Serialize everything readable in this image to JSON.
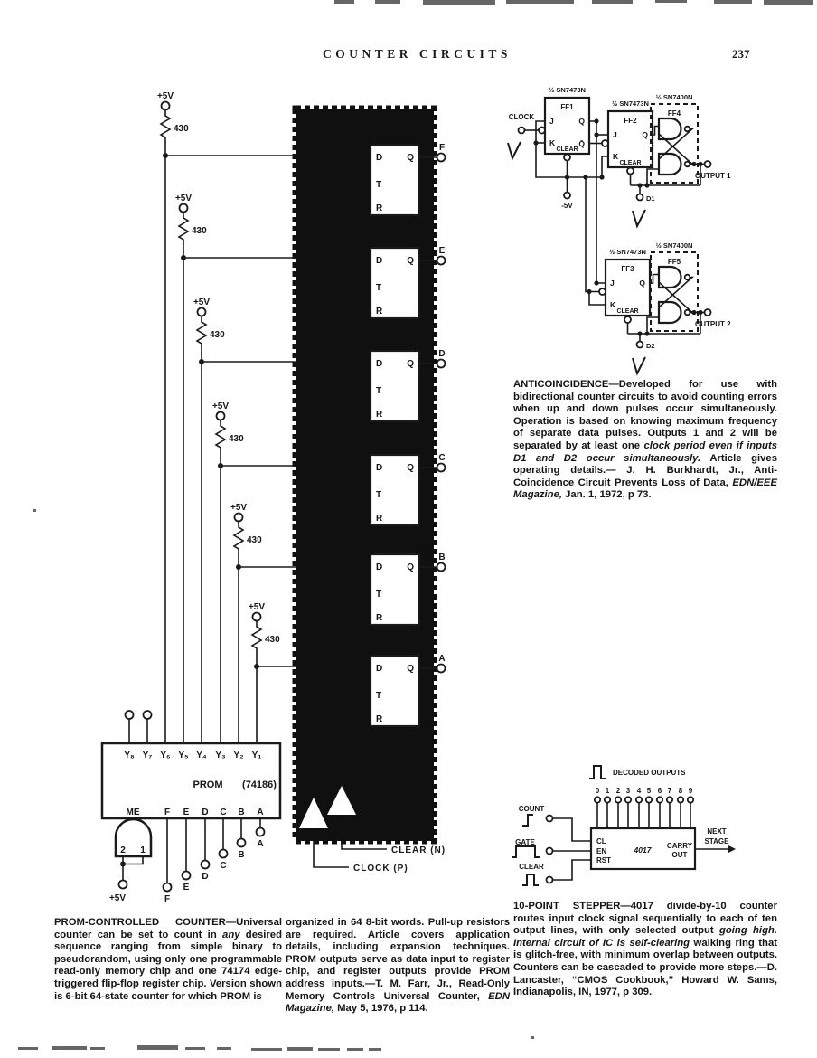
{
  "header": {
    "title": "COUNTER CIRCUITS",
    "page_number": "237"
  },
  "prom_counter": {
    "supply": "+5V",
    "resistor": "430",
    "ff_pins": {
      "d": "D",
      "q": "Q",
      "t": "T",
      "r": "R"
    },
    "outputs": [
      "F",
      "E",
      "D",
      "C",
      "B",
      "A"
    ],
    "prom_label": "PROM",
    "prom_part": "(74186)",
    "prom_top_pins": [
      "Y₈",
      "Y₇",
      "Y₆",
      "Y₅",
      "Y₄",
      "Y₃",
      "Y₂",
      "Y₁"
    ],
    "prom_bottom_pins": [
      "ME",
      "F",
      "E",
      "D",
      "C",
      "B",
      "A"
    ],
    "gate_pin_2": "2",
    "gate_pin_1": "1",
    "gate_supply": "+5V",
    "terminals": [
      "F",
      "E",
      "D",
      "C",
      "B",
      "A"
    ],
    "clear_label": "CLEAR (N)",
    "clock_label": "CLOCK (P)"
  },
  "anticoincidence": {
    "clock": "CLOCK",
    "neg_supply": "-5V",
    "chip_7473": "½ SN7473N",
    "chip_7400": "½ SN7400N",
    "ff1": "FF1",
    "ff2": "FF2",
    "ff3": "FF3",
    "ff4": "FF4",
    "ff5": "FF5",
    "j": "J",
    "k": "K",
    "q": "Q",
    "qbar": "Q̄",
    "clear": "CLEAR",
    "d1": "D1",
    "d2": "D2",
    "output1": "OUTPUT 1",
    "output2": "OUTPUT 2"
  },
  "stepper": {
    "decoded": "DECODED OUTPUTS",
    "outputs": [
      "0",
      "1",
      "2",
      "3",
      "4",
      "5",
      "6",
      "7",
      "8",
      "9"
    ],
    "count": "COUNT",
    "gate": "GATE",
    "clear": "CLEAR",
    "cl": "CL",
    "en": "EN",
    "rst": "RST",
    "chip": "4017",
    "carry1": "CARRY",
    "carry2": "OUT",
    "next1": "NEXT",
    "next2": "STAGE"
  },
  "captions": {
    "prom_left": [
      {
        "t": "PROM-CONTROLLED COUNTER—Universal counter can be set to count in "
      },
      {
        "t": "any",
        "i": true
      },
      {
        "t": " desired sequence ranging from simple binary to pseudorandom, using only one programmable read-only memory chip and one 74174 edge-triggered flip-flop register chip. Version shown is 6-bit 64-state counter for which PROM is"
      }
    ],
    "prom_right": [
      {
        "t": "organized in 64 8-bit words. Pull-up resistors are required. Article covers application details, including expansion techniques. PROM outputs serve as data input to register chip, and register outputs provide PROM address inputs.—T. M. Farr, Jr., Read-Only Memory Controls Universal Counter, "
      },
      {
        "t": "EDN Magazine,",
        "i": true
      },
      {
        "t": " May 5, 1976, p 114."
      }
    ],
    "anticoincidence": [
      {
        "t": "ANTICOINCIDENCE—Developed for use with bidirectional counter circuits to avoid counting errors when up and down pulses occur simultaneously. Operation is based on knowing maximum frequency of separate data pulses. Outputs 1 and 2 will be separated by at least one "
      },
      {
        "t": "clock period even if inputs D1 and D2 occur simultaneously.",
        "i": true
      },
      {
        "t": " Article gives operating details.— J. H. Burkhardt, Jr., Anti-Coincidence Circuit Prevents Loss of Data, "
      },
      {
        "t": "EDN/EEE Magazine,",
        "i": true
      },
      {
        "t": " Jan. 1, 1972, p 73."
      }
    ],
    "stepper": [
      {
        "t": "10-POINT STEPPER—4017 divide-by-10 counter routes input clock signal sequentially to each of ten output lines, with only selected output "
      },
      {
        "t": "going high. Internal circuit of IC is self-clearing",
        "i": true
      },
      {
        "t": " walking ring that is glitch-free, with minimum overlap between outputs. Counters can be cascaded to provide more steps.—D. Lancaster, “CMOS Cookbook,” Howard W. Sams, Indianapolis, IN, 1977, p 309."
      }
    ]
  }
}
